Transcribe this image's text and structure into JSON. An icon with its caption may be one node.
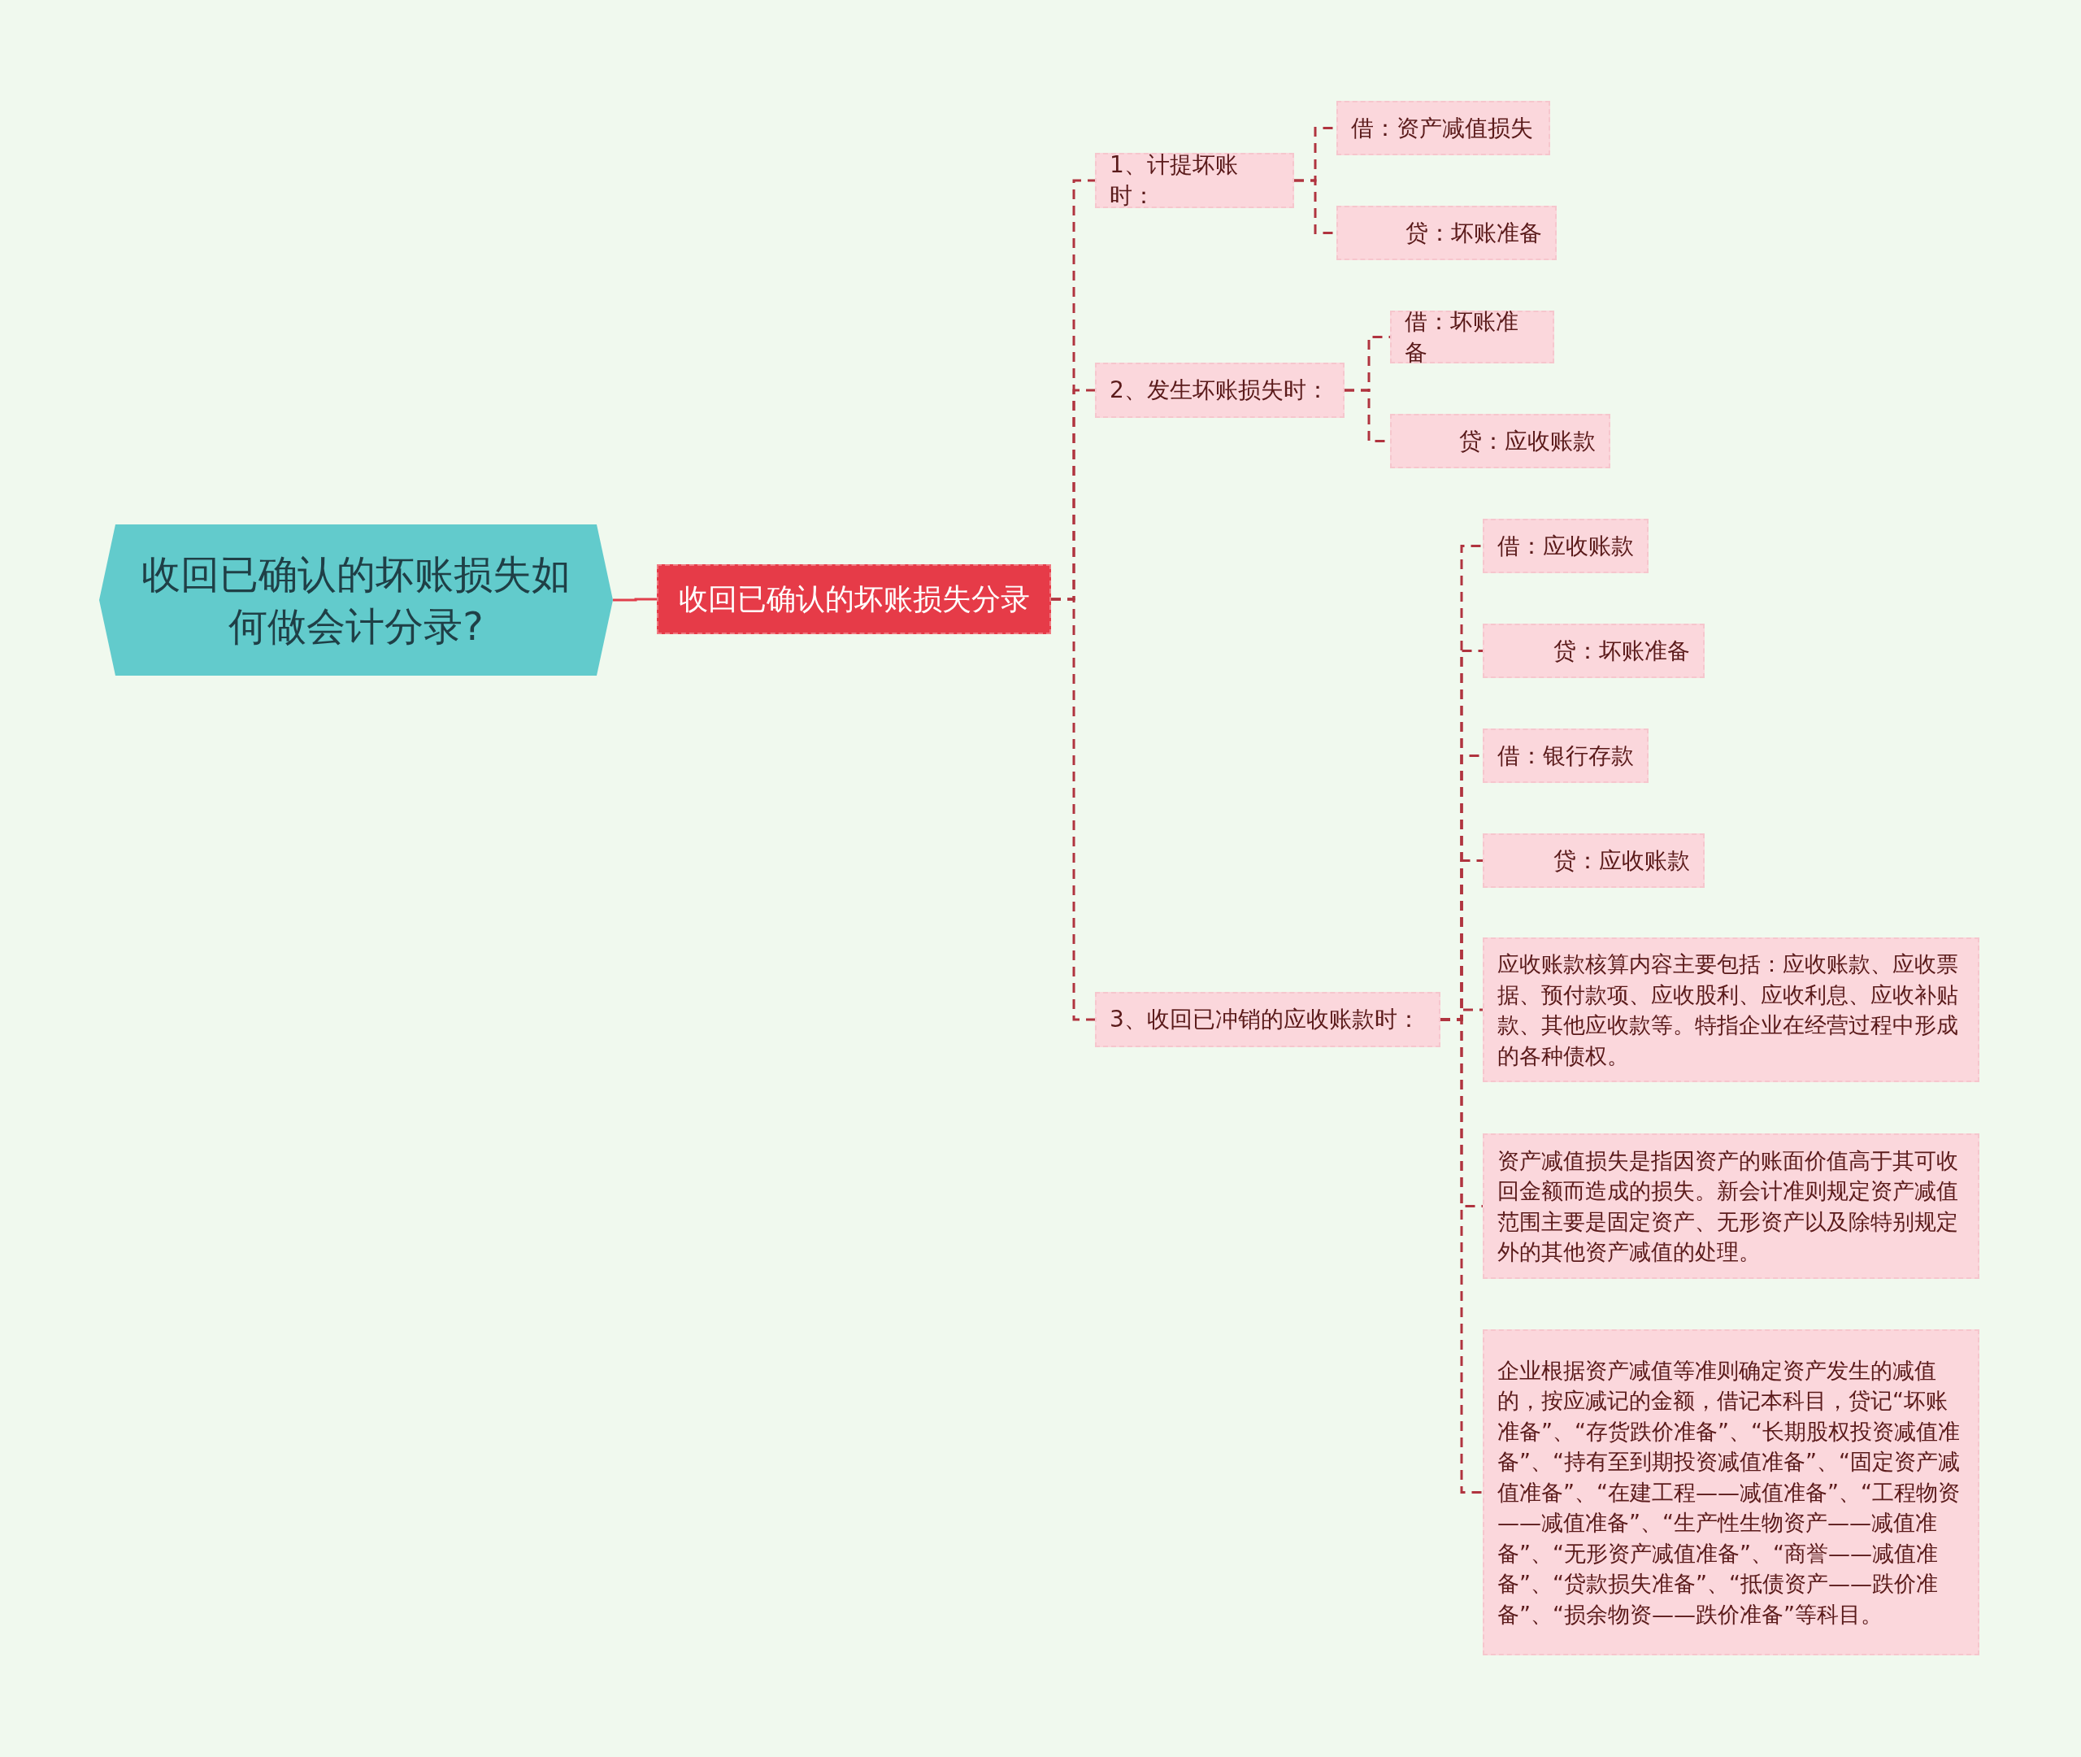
{
  "diagram": {
    "nodes": [
      {
        "text": [
          "收回已确认的坏账损失如何做会计分录?"
        ]
      },
      {
        "text": [
          "收回已确认的坏账损失分录"
        ]
      },
      {
        "text": [
          "1、计提坏账时："
        ]
      },
      {
        "text": [
          "借：资产减值损失"
        ]
      },
      {
        "text": [
          "贷：坏账准备"
        ]
      },
      {
        "text": [
          "2、发生坏账损失时："
        ]
      },
      {
        "text": [
          "借：坏账准备"
        ]
      },
      {
        "text": [
          "贷：应收账款"
        ]
      },
      {
        "text": [
          "3、收回已冲销的应收账款时："
        ]
      },
      {
        "text": [
          "借：应收账款"
        ]
      },
      {
        "text": [
          "贷：坏账准备"
        ]
      },
      {
        "text": [
          "借：银行存款"
        ]
      },
      {
        "text": [
          "贷：应收账款"
        ]
      },
      {
        "text": [
          "应收账款核算内容主要包括：应收账款、应收票据、预付款项、应收股利、应收利息、应收补贴款、其他应收款等。特指企业在经营过程中形成的各种债权。"
        ]
      },
      {
        "text": [
          "资产减值损失是指因资产的账面价值高于其可收回金额而造成的损失。新会计准则规定资产减值范围主要是固定资产、无形资产以及除特别规定外的其他资产减值的处理。"
        ]
      },
      {
        "text": [
          "企业根据资产减值等准则确定资产发生的减值的，按应减记的金额，借记本科目，贷记“坏账准备”、“存货跌价准备”、“长期股权投资减值准备”、“持有至到期投资减值准备”、“固定资产减值准备”、“在建工程——减值准备”、“工程物资——减值准备”、“生产性生物资产——减值准备”、“无形资产减值准备”、“商誉——减值准备”、“贷款损失准备”、“抵债资产——跌价准备”、“损余物资——跌价准备”等科目。"
        ]
      }
    ],
    "edges": [
      {
        "from": 0,
        "to": 1,
        "arrow": "none",
        "color": "#e0404c"
      },
      {
        "from": 1,
        "to": 2,
        "arrow": "none",
        "style": "dashed"
      },
      {
        "from": 1,
        "to": 5,
        "arrow": "none",
        "style": "dashed"
      },
      {
        "from": 1,
        "to": 8,
        "arrow": "none",
        "style": "dashed"
      },
      {
        "from": 2,
        "to": 3,
        "arrow": "none",
        "style": "dashed"
      },
      {
        "from": 2,
        "to": 4,
        "arrow": "none",
        "style": "dashed"
      },
      {
        "from": 5,
        "to": 6,
        "arrow": "none",
        "style": "dashed"
      },
      {
        "from": 5,
        "to": 7,
        "arrow": "none",
        "style": "dashed"
      },
      {
        "from": 8,
        "to": 9,
        "arrow": "none",
        "style": "dashed"
      },
      {
        "from": 8,
        "to": 10,
        "arrow": "none",
        "style": "dashed"
      },
      {
        "from": 8,
        "to": 11,
        "arrow": "none",
        "style": "dashed"
      },
      {
        "from": 8,
        "to": 12,
        "arrow": "none",
        "style": "dashed"
      },
      {
        "from": 8,
        "to": 13,
        "arrow": "none",
        "style": "dashed"
      },
      {
        "from": 8,
        "to": 14,
        "arrow": "none",
        "style": "dashed"
      },
      {
        "from": 8,
        "to": 15,
        "arrow": "none",
        "style": "dashed"
      }
    ]
  }
}
